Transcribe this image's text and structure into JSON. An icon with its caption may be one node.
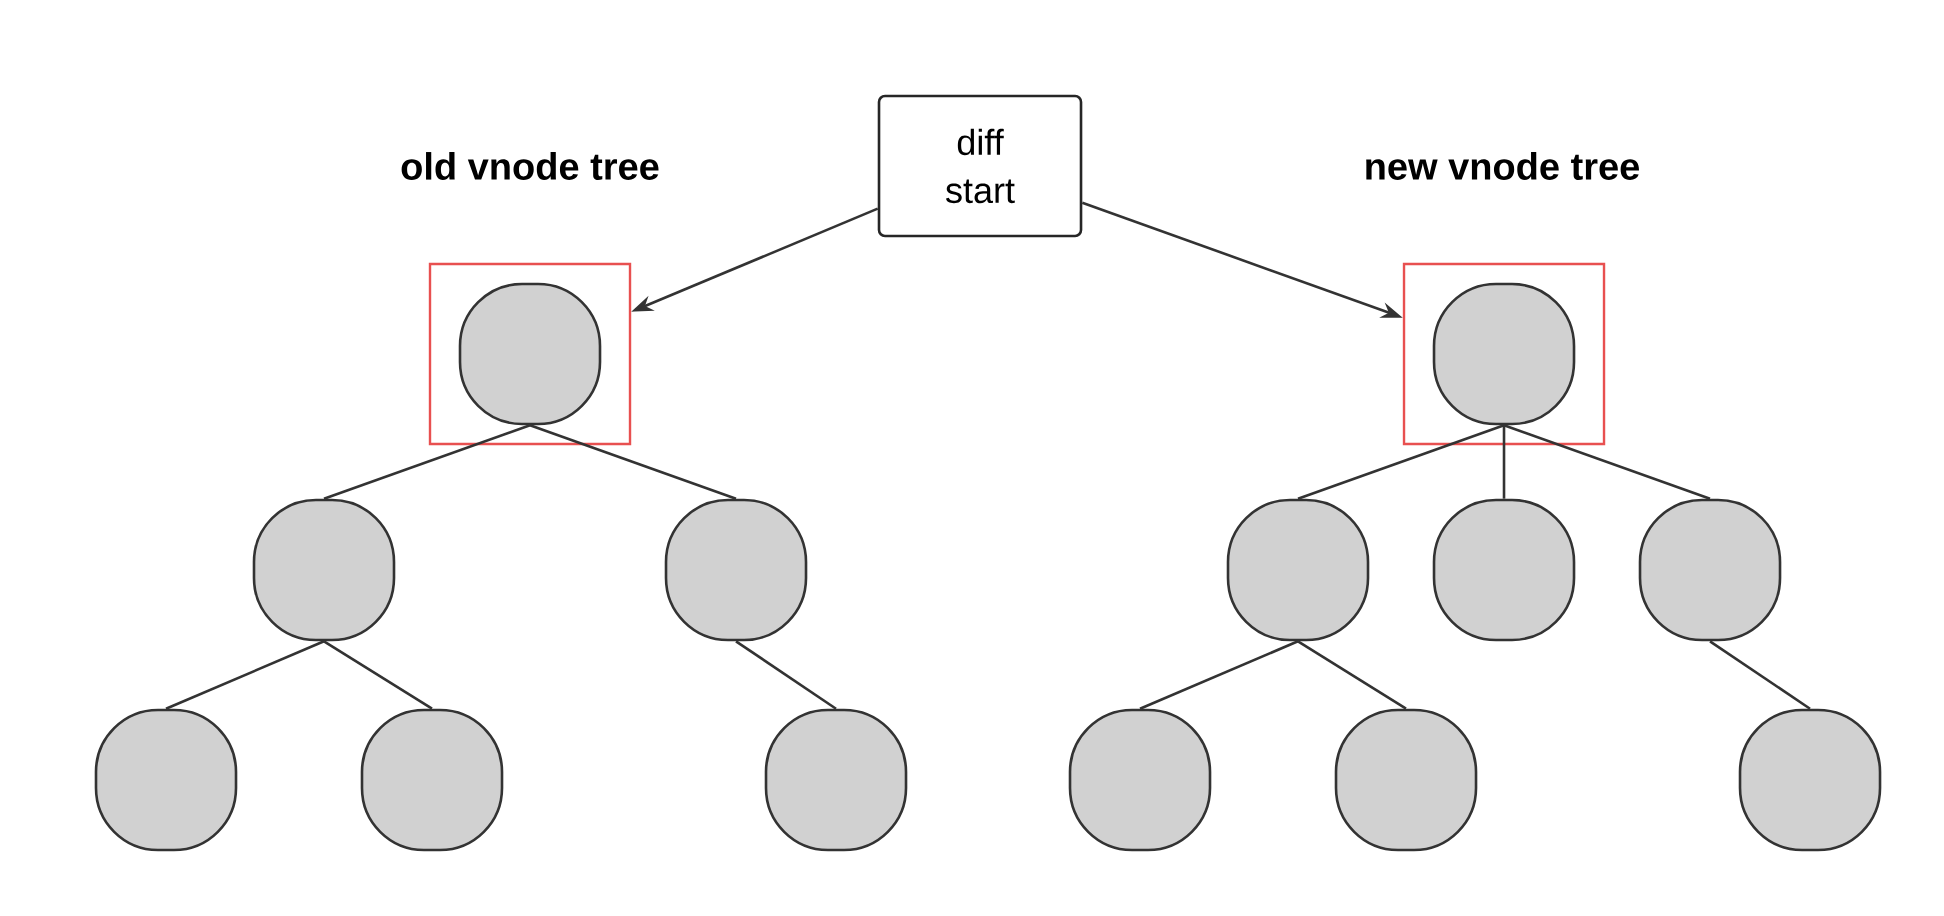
{
  "diagram": {
    "nodes": [
      {
        "text": [
          "diff start"
        ]
      },
      {
        "text": [],
        "shape": "box"
      },
      {
        "text": [],
        "shape": "circle",
        "in": 1
      },
      {
        "text": [],
        "shape": "circle"
      },
      {
        "text": [],
        "shape": "circle"
      },
      {
        "text": [],
        "shape": "circle"
      },
      {
        "text": [],
        "shape": "circle"
      },
      {
        "text": [],
        "shape": "circle"
      },
      {
        "text": [],
        "shape": "box"
      },
      {
        "text": [],
        "shape": "circle",
        "in": 8
      },
      {
        "text": [],
        "shape": "circle"
      },
      {
        "text": [],
        "shape": "circle"
      },
      {
        "text": [],
        "shape": "circle"
      },
      {
        "text": [],
        "shape": "circle"
      },
      {
        "text": [],
        "shape": "circle"
      },
      {
        "text": [],
        "shape": "circle"
      }
    ],
    "edges": [
      {
        "from": 0,
        "to": 1,
        "arrow": "to"
      },
      {
        "from": 0,
        "to": 8,
        "arrow": "to"
      },
      {
        "from": 2,
        "to": 3,
        "arrow": "none"
      },
      {
        "from": 2,
        "to": 4,
        "arrow": "none"
      },
      {
        "from": 3,
        "to": 5,
        "arrow": "none"
      },
      {
        "from": 3,
        "to": 6,
        "arrow": "none"
      },
      {
        "from": 4,
        "to": 7,
        "arrow": "none"
      },
      {
        "from": 9,
        "to": 10,
        "arrow": "none"
      },
      {
        "from": 9,
        "to": 11,
        "arrow": "none"
      },
      {
        "from": 9,
        "to": 12,
        "arrow": "none"
      },
      {
        "from": 10,
        "to": 13,
        "arrow": "none"
      },
      {
        "from": 10,
        "to": 14,
        "arrow": "none"
      },
      {
        "from": 12,
        "to": 15,
        "arrow": "none"
      }
    ],
    "labels": [
      "old vnode tree",
      "new vnode tree"
    ]
  }
}
